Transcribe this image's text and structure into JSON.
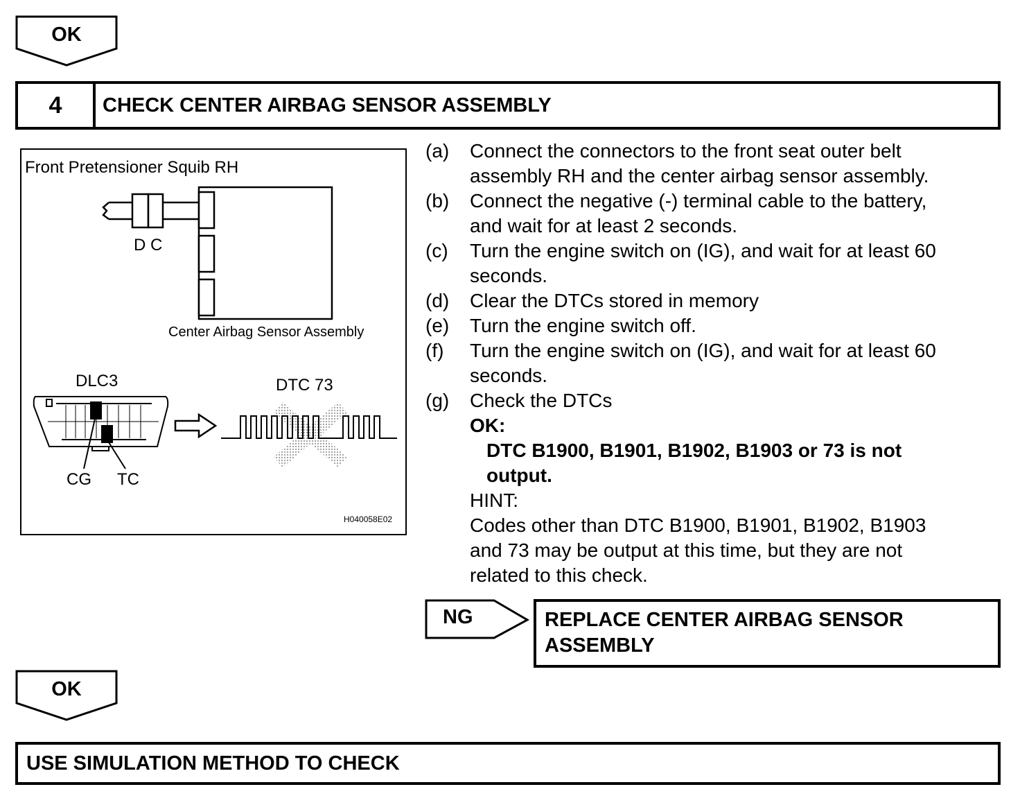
{
  "top_result": {
    "label": "OK"
  },
  "step": {
    "number": "4",
    "title": "CHECK CENTER AIRBAG SENSOR ASSEMBLY"
  },
  "figure": {
    "title": "Front Pretensioner Squib RH",
    "connector_label": "D C",
    "sensor_label": "Center Airbag Sensor Assembly",
    "dlc_label": "DLC3",
    "dtc_label": "DTC 73",
    "pin_cg": "CG",
    "pin_tc": "TC",
    "figure_code": "H040058E02"
  },
  "instructions": {
    "a": {
      "letter": "(a)",
      "text": "Connect the connectors to the front seat outer belt",
      "text2": "assembly RH and the center airbag sensor assembly."
    },
    "b": {
      "letter": "(b)",
      "text": "Connect the negative (-) terminal cable to the battery,",
      "text2": "and wait for at least 2 seconds."
    },
    "c": {
      "letter": "(c)",
      "text": "Turn the engine switch on (IG), and wait for at least 60",
      "text2": "seconds."
    },
    "d": {
      "letter": "(d)",
      "text": "Clear the DTCs stored in memory"
    },
    "e": {
      "letter": "(e)",
      "text": "Turn the engine switch off."
    },
    "f": {
      "letter": "(f)",
      "text": "Turn the engine switch on (IG), and wait for at least 60",
      "text2": "seconds."
    },
    "g": {
      "letter": "(g)",
      "text": "Check the DTCs"
    },
    "ok_label": "OK:",
    "ok_line1": "DTC B1900, B1901, B1902, B1903 or 73 is not",
    "ok_line2": "output.",
    "hint_label": "HINT:",
    "hint_line1": "Codes other than DTC B1900, B1901, B1902, B1903",
    "hint_line2": "and 73 may be output at this time, but they are not",
    "hint_line3": "related to this check."
  },
  "ng_result": {
    "label": "NG",
    "action_line1": "REPLACE CENTER AIRBAG SENSOR",
    "action_line2": "ASSEMBLY"
  },
  "bottom_result": {
    "label": "OK"
  },
  "final_action": {
    "text": "USE SIMULATION METHOD TO CHECK"
  }
}
